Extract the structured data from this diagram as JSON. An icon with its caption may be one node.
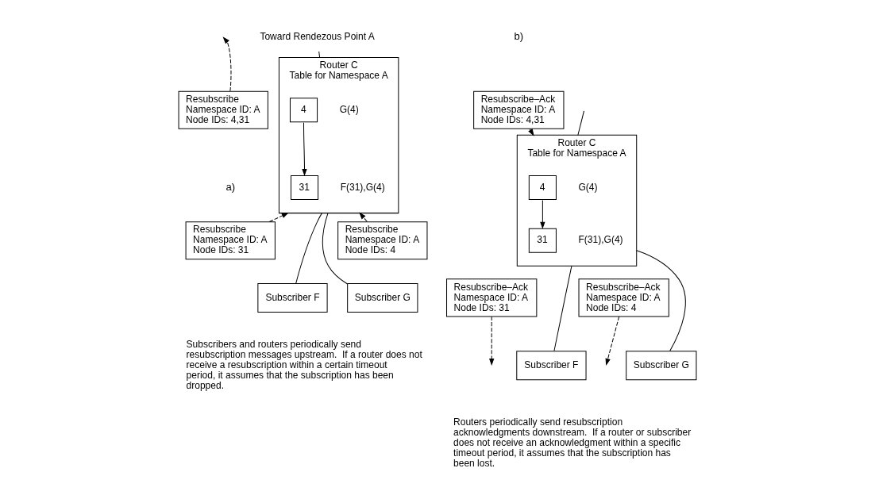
{
  "diagram": {
    "nodes": [
      {
        "text": [
          "Router C",
          "Table for Namespace A"
        ]
      },
      {
        "text": [
          "4"
        ],
        "in": 0,
        "beside": [
          "G(4)"
        ]
      },
      {
        "text": [
          "31"
        ],
        "in": 0,
        "beside": [
          "F(31),G(4)"
        ]
      },
      {
        "text": [
          "Toward Rendezous Point A"
        ]
      },
      {
        "text": [
          "Resubscribe",
          "Namespace ID: A",
          "Node IDs: 4,31"
        ]
      },
      {
        "text": [
          "Resubscribe",
          "Namespace ID: A",
          "Node IDs: 31"
        ]
      },
      {
        "text": [
          "Resubscribe",
          "Namespace ID: A",
          "Node IDs: 4"
        ]
      },
      {
        "text": [
          "Subscriber F"
        ]
      },
      {
        "text": [
          "Subscriber G"
        ]
      },
      {
        "text": [
          "Resubscribe–Ack",
          "Namespace ID: A",
          "Node IDs: 4,31"
        ]
      },
      {
        "text": [
          "Router C",
          "Table for Namespace A"
        ]
      },
      {
        "text": [
          "4"
        ],
        "in": 10,
        "beside": [
          "G(4)"
        ]
      },
      {
        "text": [
          "31"
        ],
        "in": 10,
        "beside": [
          "F(31),G(4)"
        ]
      },
      {
        "text": [
          "Resubscribe–Ack",
          "Namespace ID: A",
          "Node IDs: 31"
        ]
      },
      {
        "text": [
          "Resubscribe–Ack",
          "Namespace ID: A",
          "Node IDs: 4"
        ]
      },
      {
        "text": [
          "Subscriber F"
        ]
      },
      {
        "text": [
          "Subscriber G"
        ]
      }
    ],
    "edges": [
      {
        "from": 1,
        "to": 2,
        "arrow": "to"
      },
      {
        "from": 3,
        "to": 0,
        "arrow": "none"
      },
      {
        "from": 4,
        "to": null,
        "arrow": "to",
        "style": "dashed"
      },
      {
        "from": 5,
        "to": 0,
        "arrow": "to",
        "style": "dashed"
      },
      {
        "from": 6,
        "to": 0,
        "arrow": "to",
        "style": "dashed"
      },
      {
        "from": 0,
        "to": 7,
        "arrow": "none"
      },
      {
        "from": 0,
        "to": 8,
        "arrow": "none"
      },
      {
        "from": 11,
        "to": 12,
        "arrow": "to"
      },
      {
        "from": null,
        "to": 10,
        "arrow": "none"
      },
      {
        "from": 9,
        "to": 10,
        "arrow": "to",
        "style": "dashed"
      },
      {
        "from": 10,
        "to": 15,
        "arrow": "none"
      },
      {
        "from": 10,
        "to": 16,
        "arrow": "none"
      },
      {
        "from": 13,
        "to": null,
        "arrow": "to",
        "style": "dashed"
      },
      {
        "from": 14,
        "to": null,
        "arrow": "to",
        "style": "dashed"
      }
    ],
    "labels": [
      "a)",
      "b)",
      "Subscribers and routers periodically send resubscription messages upstream.  If a router does not receive a resubscription within a certain timeout period, it assumes that the subscription has been dropped.",
      "Routers periodically send resubscription acknowledgments downstream.  If a router or subscriber does not receive an acknowledgment within a specific timeout period, it assumes that the subscription has been lost."
    ]
  }
}
